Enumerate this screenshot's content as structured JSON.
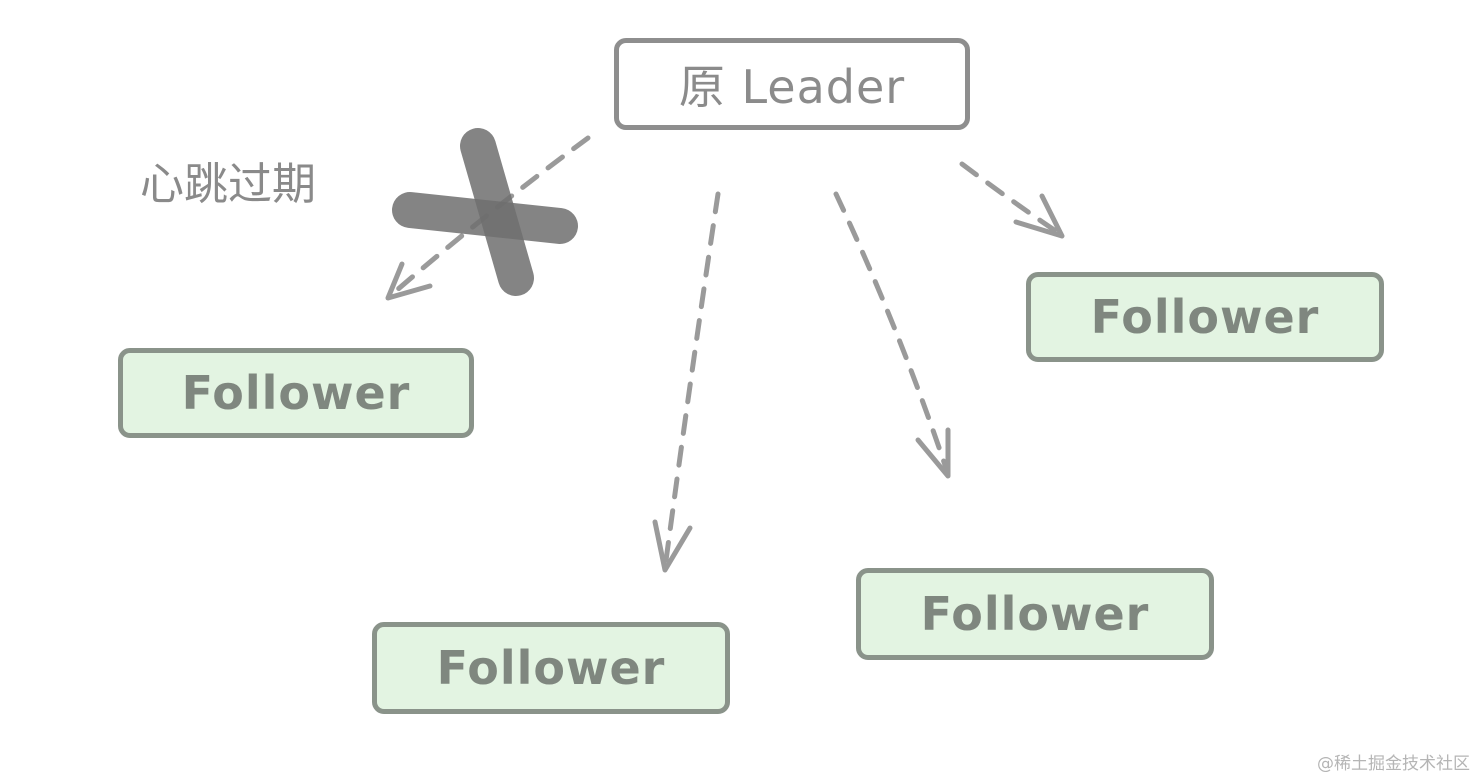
{
  "leader": {
    "label": "原 Leader"
  },
  "followers": [
    {
      "label": "Follower"
    },
    {
      "label": "Follower"
    },
    {
      "label": "Follower"
    },
    {
      "label": "Follower"
    }
  ],
  "annotation": {
    "label": "心跳过期"
  },
  "watermark": {
    "label": "@稀土掘金技术社区"
  },
  "colors": {
    "follower_fill": "#e3f4e2",
    "border": "#8a8f8a",
    "arrow": "#9a9a9a",
    "cross": "#6e6e6e"
  }
}
